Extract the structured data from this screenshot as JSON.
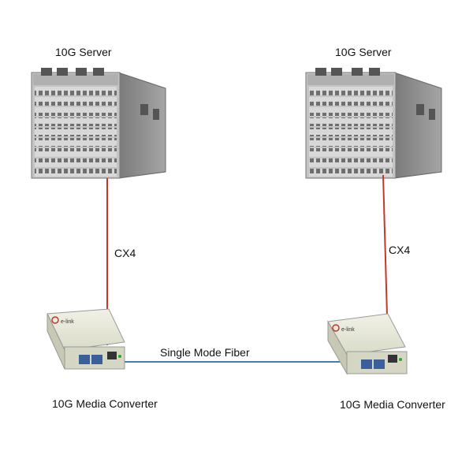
{
  "servers": [
    {
      "label": "10G Server"
    },
    {
      "label": "10G Server"
    }
  ],
  "cables": {
    "left_label": "CX4",
    "right_label": "CX4",
    "fiber_label": "Single Mode Fiber"
  },
  "converters": [
    {
      "label": "10G Media Converter",
      "brand": "e-link"
    },
    {
      "label": "10G Media Converter",
      "brand": "e-link"
    }
  ],
  "colors": {
    "cx4_cable": "#c0392b",
    "fiber_cable": "#4a78b5",
    "chassis_front": "#c9c9c9",
    "chassis_side": "#8a8a8a",
    "converter_body": "#e6e8d8"
  }
}
